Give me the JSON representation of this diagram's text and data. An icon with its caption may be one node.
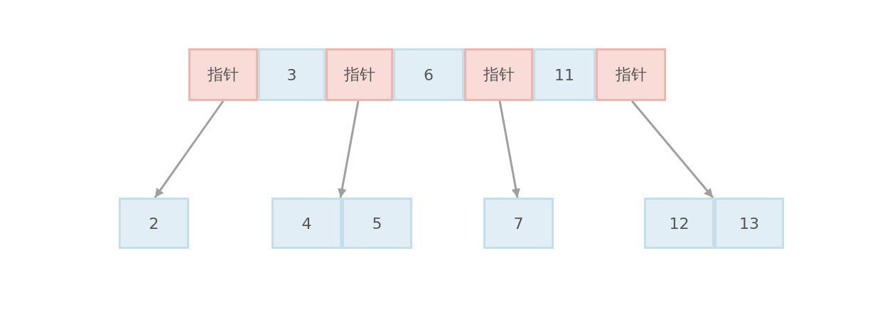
{
  "diagram": {
    "nodes": [
      {
        "text": [
          "指针"
        ]
      },
      {
        "text": [
          "3"
        ]
      },
      {
        "text": [
          "指针"
        ]
      },
      {
        "text": [
          "6"
        ]
      },
      {
        "text": [
          "指针"
        ]
      },
      {
        "text": [
          "11"
        ]
      },
      {
        "text": [
          "指针"
        ]
      },
      {
        "text": [
          "2"
        ]
      },
      {
        "text": [
          "4"
        ]
      },
      {
        "text": [
          "5"
        ]
      },
      {
        "text": [
          "7"
        ]
      },
      {
        "text": [
          "12"
        ]
      },
      {
        "text": [
          "13"
        ]
      }
    ],
    "edges": [
      {
        "from": 0,
        "to": 7,
        "arrow": "to"
      },
      {
        "from": 2,
        "to": 8,
        "arrow": "to"
      },
      {
        "from": 4,
        "to": 10,
        "arrow": "to"
      },
      {
        "from": 6,
        "to": 11,
        "arrow": "to"
      }
    ]
  }
}
